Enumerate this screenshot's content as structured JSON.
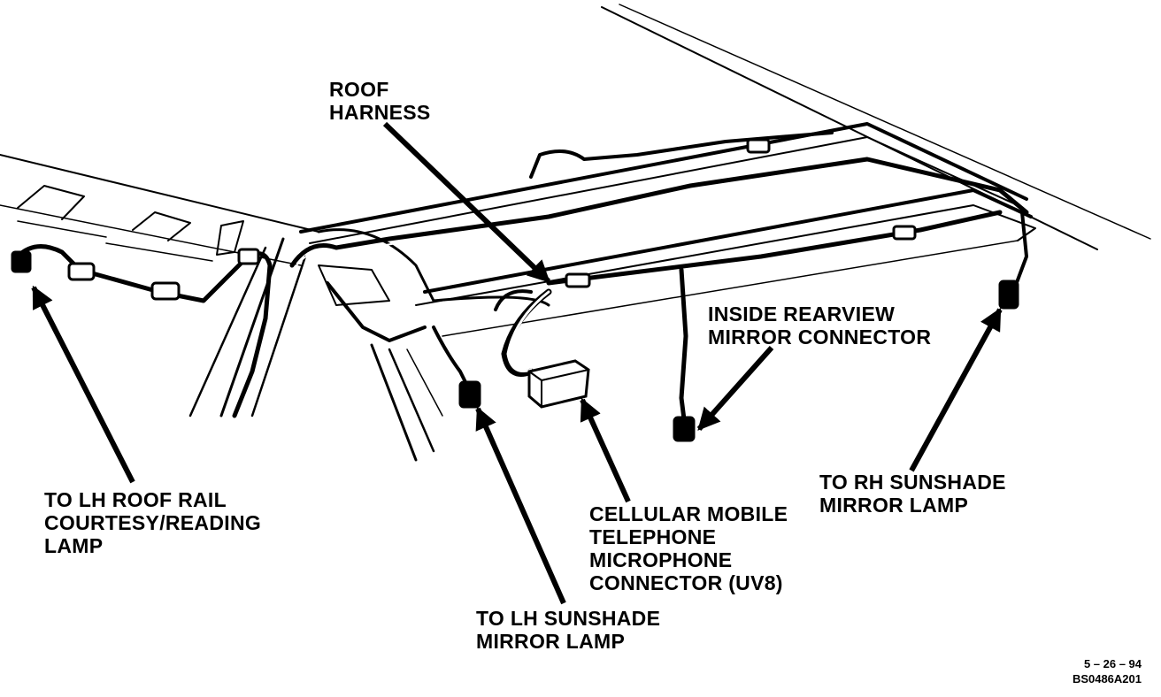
{
  "labels": {
    "roof_harness": [
      "ROOF",
      "HARNESS"
    ],
    "lh_roof_rail": [
      "TO LH ROOF RAIL",
      "COURTESY/READING",
      "LAMP"
    ],
    "lh_sunshade": [
      "TO LH SUNSHADE",
      "MIRROR LAMP"
    ],
    "cellular": [
      "CELLULAR MOBILE",
      "TELEPHONE",
      "MICROPHONE",
      "CONNECTOR (UV8)"
    ],
    "rearview": [
      "INSIDE REARVIEW",
      "MIRROR CONNECTOR"
    ],
    "rh_sunshade": [
      "TO RH SUNSHADE",
      "MIRROR LAMP"
    ]
  },
  "footer": {
    "date": "5 – 26 – 94",
    "code": "BS0486A201"
  },
  "colors": {
    "ink": "#000000",
    "paper": "#ffffff"
  }
}
